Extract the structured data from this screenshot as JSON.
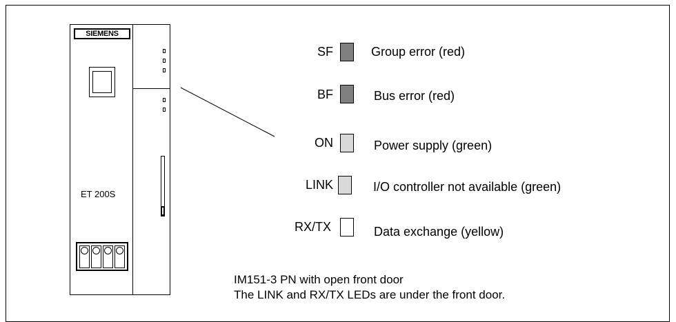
{
  "device": {
    "brand": "SIEMENS",
    "model_label": "ET 200S"
  },
  "leds": [
    {
      "abbr": "SF",
      "description": "Group error (red)",
      "color": "#808080"
    },
    {
      "abbr": "BF",
      "description": "Bus error (red)",
      "color": "#808080"
    },
    {
      "abbr": "ON",
      "description": "Power supply (green)",
      "color": "#d9d9d9"
    },
    {
      "abbr": "LINK",
      "description": "I/O controller not available (green)",
      "color": "#d9d9d9"
    },
    {
      "abbr": "RX/TX",
      "description": "Data exchange (yellow)",
      "color": "#ffffff"
    }
  ],
  "caption": {
    "line1": "IM151-3 PN with open front door",
    "line2": "The LINK and RX/TX LEDs are under the front door."
  }
}
